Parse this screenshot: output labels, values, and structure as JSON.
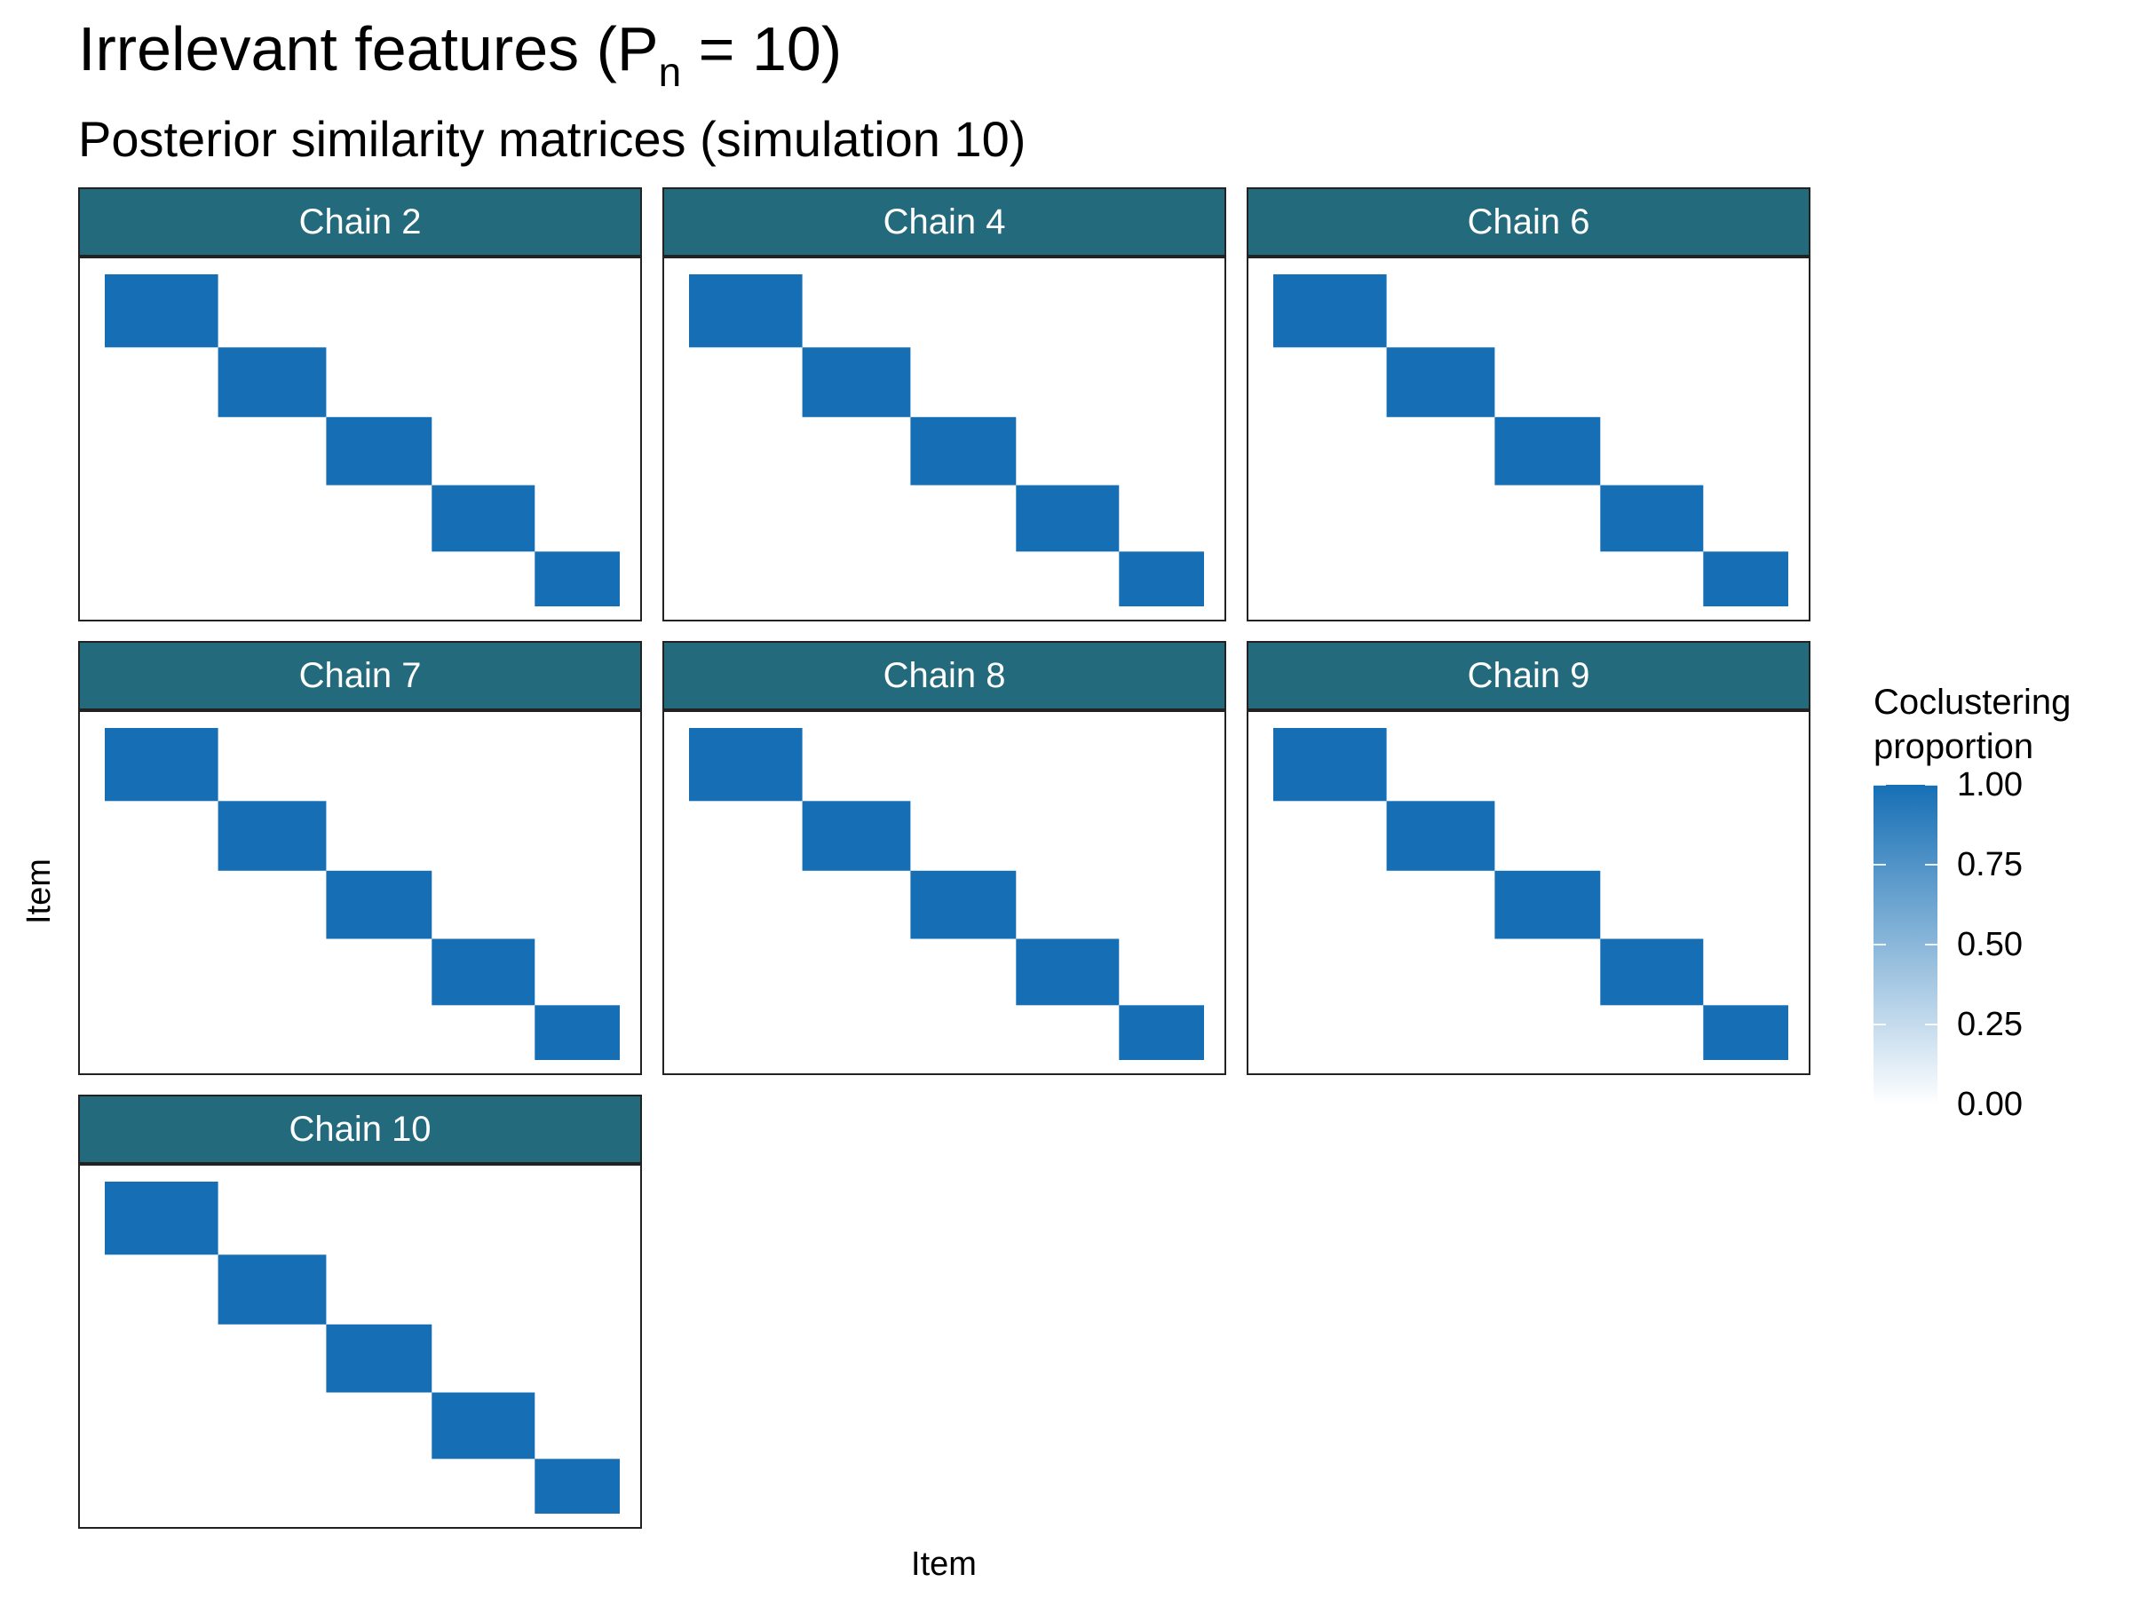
{
  "chart_data": {
    "type": "heatmap",
    "title_main": "Irrelevant features (P",
    "title_subscript": "n",
    "title_end": " = 10)",
    "subtitle": "Posterior similarity matrices (simulation 10)",
    "xlabel": "Item",
    "ylabel": "Item",
    "legend": {
      "title": "Coclustering\nproportion",
      "ticks": [
        "1.00",
        "0.75",
        "0.50",
        "0.25",
        "0.00"
      ],
      "tick_values": [
        1.0,
        0.75,
        0.5,
        0.25,
        0.0
      ],
      "low_color": "#ffffff",
      "high_color": "#166fb5",
      "placement": "right"
    },
    "strip_color": "#236a7d",
    "fill_color": "#166fb5",
    "clusters": {
      "boundaries": [
        0,
        0.22,
        0.43,
        0.635,
        0.835,
        1.0
      ],
      "within_value": 1.0,
      "between_value": 0.0
    },
    "panels": [
      {
        "label": "Chain 2"
      },
      {
        "label": "Chain 4"
      },
      {
        "label": "Chain 6"
      },
      {
        "label": "Chain 7"
      },
      {
        "label": "Chain 8"
      },
      {
        "label": "Chain 9"
      },
      {
        "label": "Chain 10"
      }
    ]
  }
}
